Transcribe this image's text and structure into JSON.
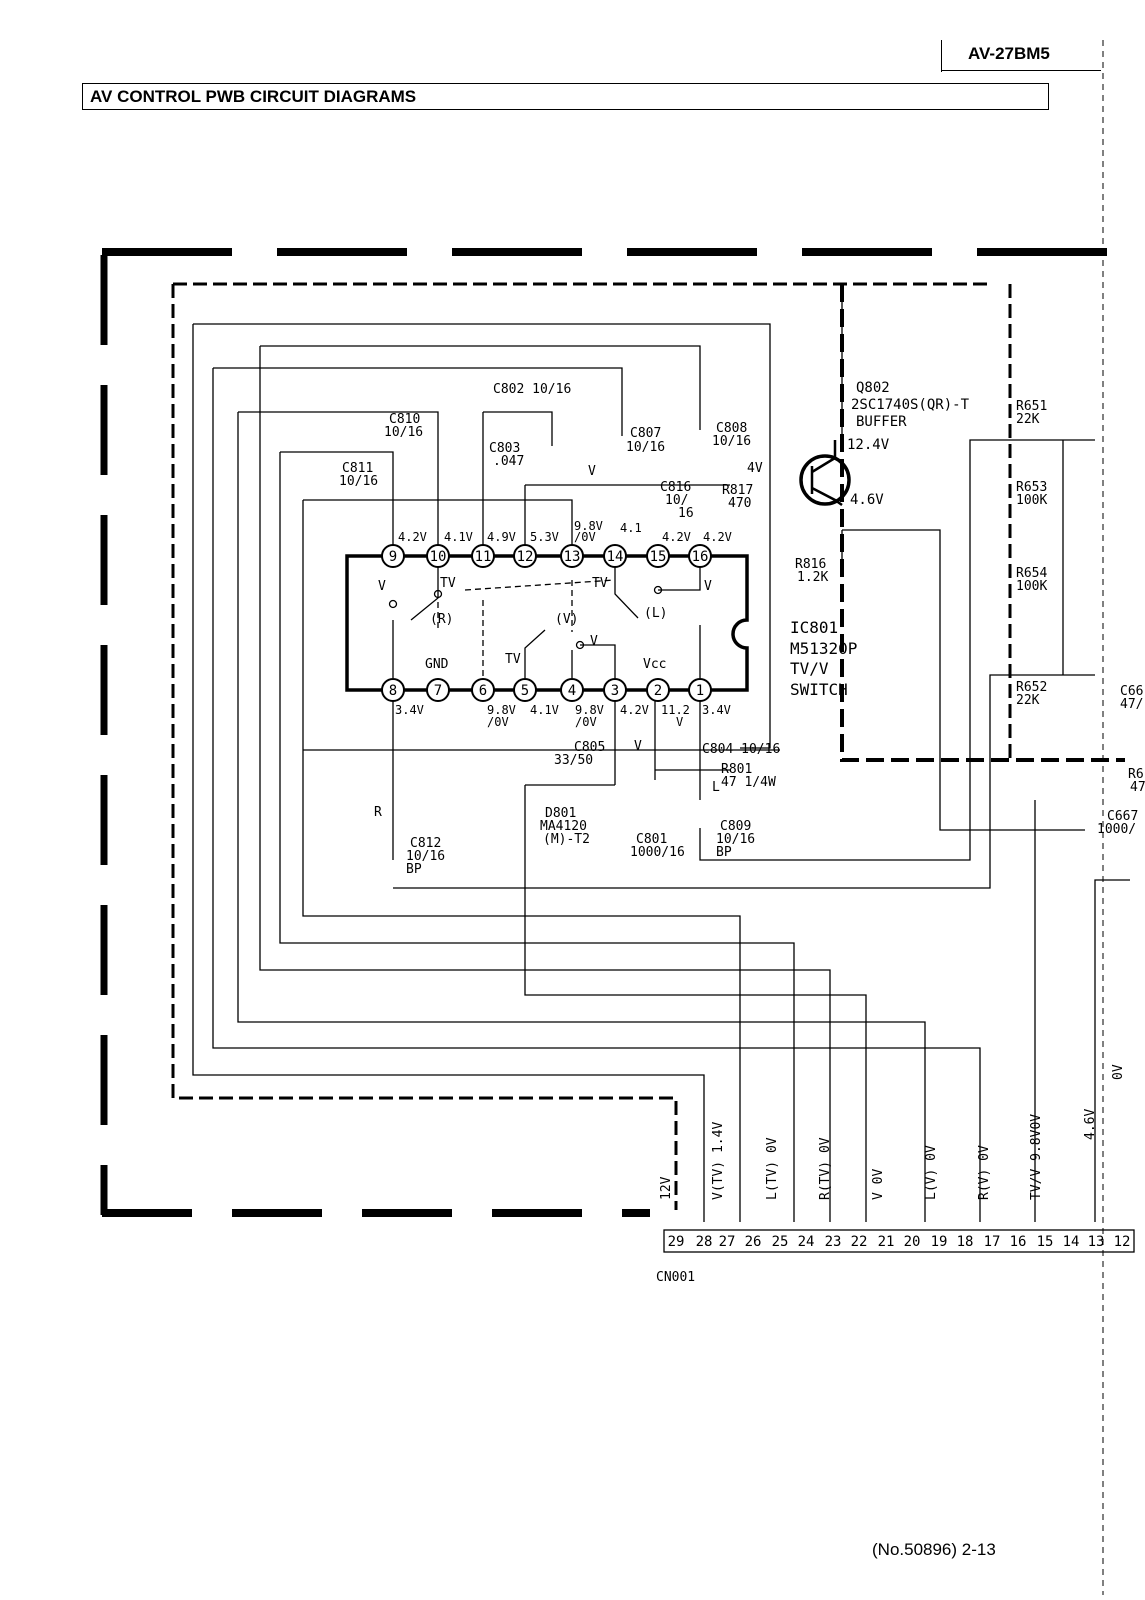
{
  "header": {
    "model": "AV-27BM5",
    "title": "AV CONTROL PWB CIRCUIT DIAGRAMS"
  },
  "footer": {
    "page_ref": "(No.50896) 2-13"
  },
  "ic801": {
    "ref": "IC801",
    "part": "M51320P",
    "function_1": "TV/V",
    "function_2": "SWITCH",
    "top_pins": [
      "9",
      "10",
      "11",
      "12",
      "13",
      "14",
      "15",
      "16"
    ],
    "bottom_pins": [
      "8",
      "7",
      "6",
      "5",
      "4",
      "3",
      "2",
      "1"
    ],
    "top_voltages": [
      "4.2V",
      "4.1V",
      "4.9V",
      "5.3V",
      "9.8V\n/0V",
      "4.1",
      "4.2V",
      "4.2V"
    ],
    "bottom_voltages": [
      "3.4V",
      "",
      "9.8V\n/0V",
      "4.1V",
      "9.8V\n/0V",
      "4.2V",
      "11.2\nV",
      "3.4V"
    ],
    "internal": {
      "gnd": "GND",
      "vcc": "Vcc",
      "tv": "TV",
      "v": "V",
      "r": "(R)",
      "l": "(L)",
      "vv": "(V)"
    }
  },
  "q802": {
    "ref": "Q802",
    "part": "2SC1740S(QR)-T",
    "function": "BUFFER",
    "v_collector": "12.4V",
    "v_emitter": "4.6V"
  },
  "components": {
    "c802": "C802 10/16",
    "c803": "C803",
    "c803_val": ".047",
    "c807": "C807",
    "c807_val": "10/16",
    "c808": "C808",
    "c808_val": "10/16",
    "c810": "C810",
    "c810_val": "10/16",
    "c811": "C811",
    "c811_val": "10/16",
    "c816": "C816",
    "c816_val": "10/",
    "c816_val2": "16",
    "r817": "R817",
    "r817_val": "470",
    "r817_v": "4V",
    "r816": "R816",
    "r816_val": "1.2K",
    "c804": "C804 10/16",
    "r801": "R801",
    "r801_val": "47 1/4W",
    "c805": "C805",
    "c805_val": "33/50",
    "d801": "D801",
    "d801_val": "MA4120",
    "d801_val2": "(M)-T2",
    "c801": "C801",
    "c801_val": "1000/16",
    "c809": "C809",
    "c809_val": "10/16",
    "c809_bp": "BP",
    "c812": "C812",
    "c812_val": "10/16",
    "c812_bp": "BP",
    "r651": "R651",
    "r651_val": "22K",
    "r653": "R653",
    "r653_val": "100K",
    "r654": "R654",
    "r654_val": "100K",
    "r652": "R652",
    "r652_val": "22K",
    "c667": "C667",
    "c667_val": "1000/",
    "c66x": "C66",
    "c66x_val": "47/",
    "r6x": "R6",
    "r6x_val": "47",
    "arrow_r": "R",
    "arrow_l": "L",
    "v_small": "V"
  },
  "connector": {
    "ref": "CN001",
    "pins": [
      "29",
      "28",
      "27",
      "26",
      "25",
      "24",
      "23",
      "22",
      "21",
      "20",
      "19",
      "18",
      "17",
      "16",
      "15",
      "14",
      "13",
      "12"
    ],
    "labels": [
      "12V",
      "V(TV) 1.4V",
      "L(TV) 0V",
      "R(TV) 0V",
      "V 0V",
      "L(V) 0V",
      "R(V) 0V",
      "TV/V 9.8V0V",
      "4.6V",
      "0V"
    ]
  }
}
